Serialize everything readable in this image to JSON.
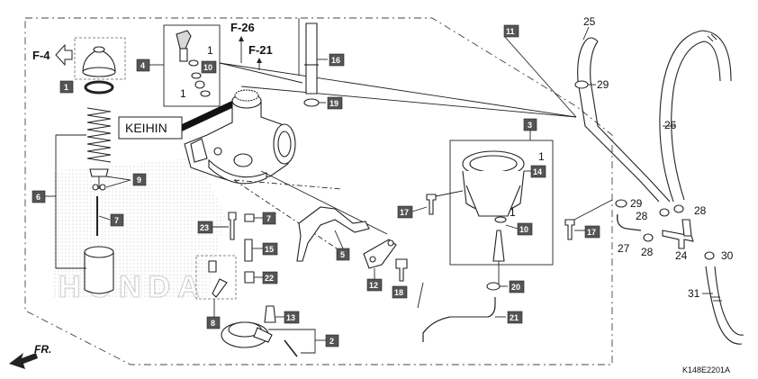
{
  "refs": {
    "f4": "F-4",
    "f26": "F-26",
    "f21": "F-21"
  },
  "brand": {
    "keihin": "KEIHIN",
    "watermark": "HONDA"
  },
  "footer": {
    "front": "FR.",
    "code": "K148E2201A"
  },
  "callouts": {
    "c1": "1",
    "c2": "2",
    "c3": "3",
    "c4": "4",
    "c5": "5",
    "c6": "6",
    "c7a": "7",
    "c7b": "7",
    "c8": "8",
    "c9": "9",
    "c10a": "10",
    "c10b": "10",
    "c11": "11",
    "c12": "12",
    "c13": "13",
    "c14": "14",
    "c15": "15",
    "c16": "16",
    "c17a": "17",
    "c17b": "17",
    "c18": "18",
    "c19": "19",
    "c20": "20",
    "c21": "21",
    "c22": "22",
    "c23": "23"
  },
  "labels": {
    "q1a": "1",
    "q1b": "1",
    "q1c": "1",
    "q1d": "1",
    "p24": "24",
    "p25": "25",
    "p26": "26",
    "p27": "27",
    "p28a": "28",
    "p28b": "28",
    "p28c": "28",
    "p29a": "29",
    "p29b": "29",
    "p30": "30",
    "p31": "31"
  }
}
